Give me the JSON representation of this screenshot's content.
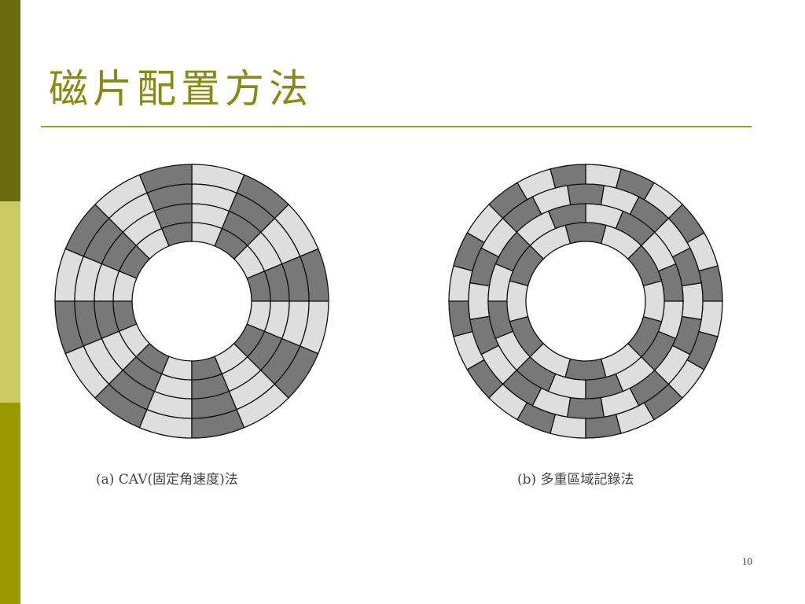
{
  "slide": {
    "title": "磁片配置方法",
    "page_number": "10"
  },
  "colors": {
    "sidebar_top": "#6b6b12",
    "sidebar_middle": "#cccc66",
    "sidebar_bottom": "#999900",
    "title": "#8a8a10",
    "rule": "#9c9c20",
    "dark_sector": "#787878",
    "light_sector": "#dedede",
    "outline": "#111111"
  },
  "diagrams": [
    {
      "caption": "(a) CAV(固定角速度)法",
      "scheme": "constant-angular-velocity",
      "tracks": 4,
      "sectors_per_track": [
        16,
        16,
        16,
        16
      ]
    },
    {
      "caption": "(b) 多重區域記錄法",
      "scheme": "multiple-zone-recording",
      "tracks": 4,
      "sectors_per_track": [
        24,
        20,
        16,
        12
      ]
    }
  ]
}
